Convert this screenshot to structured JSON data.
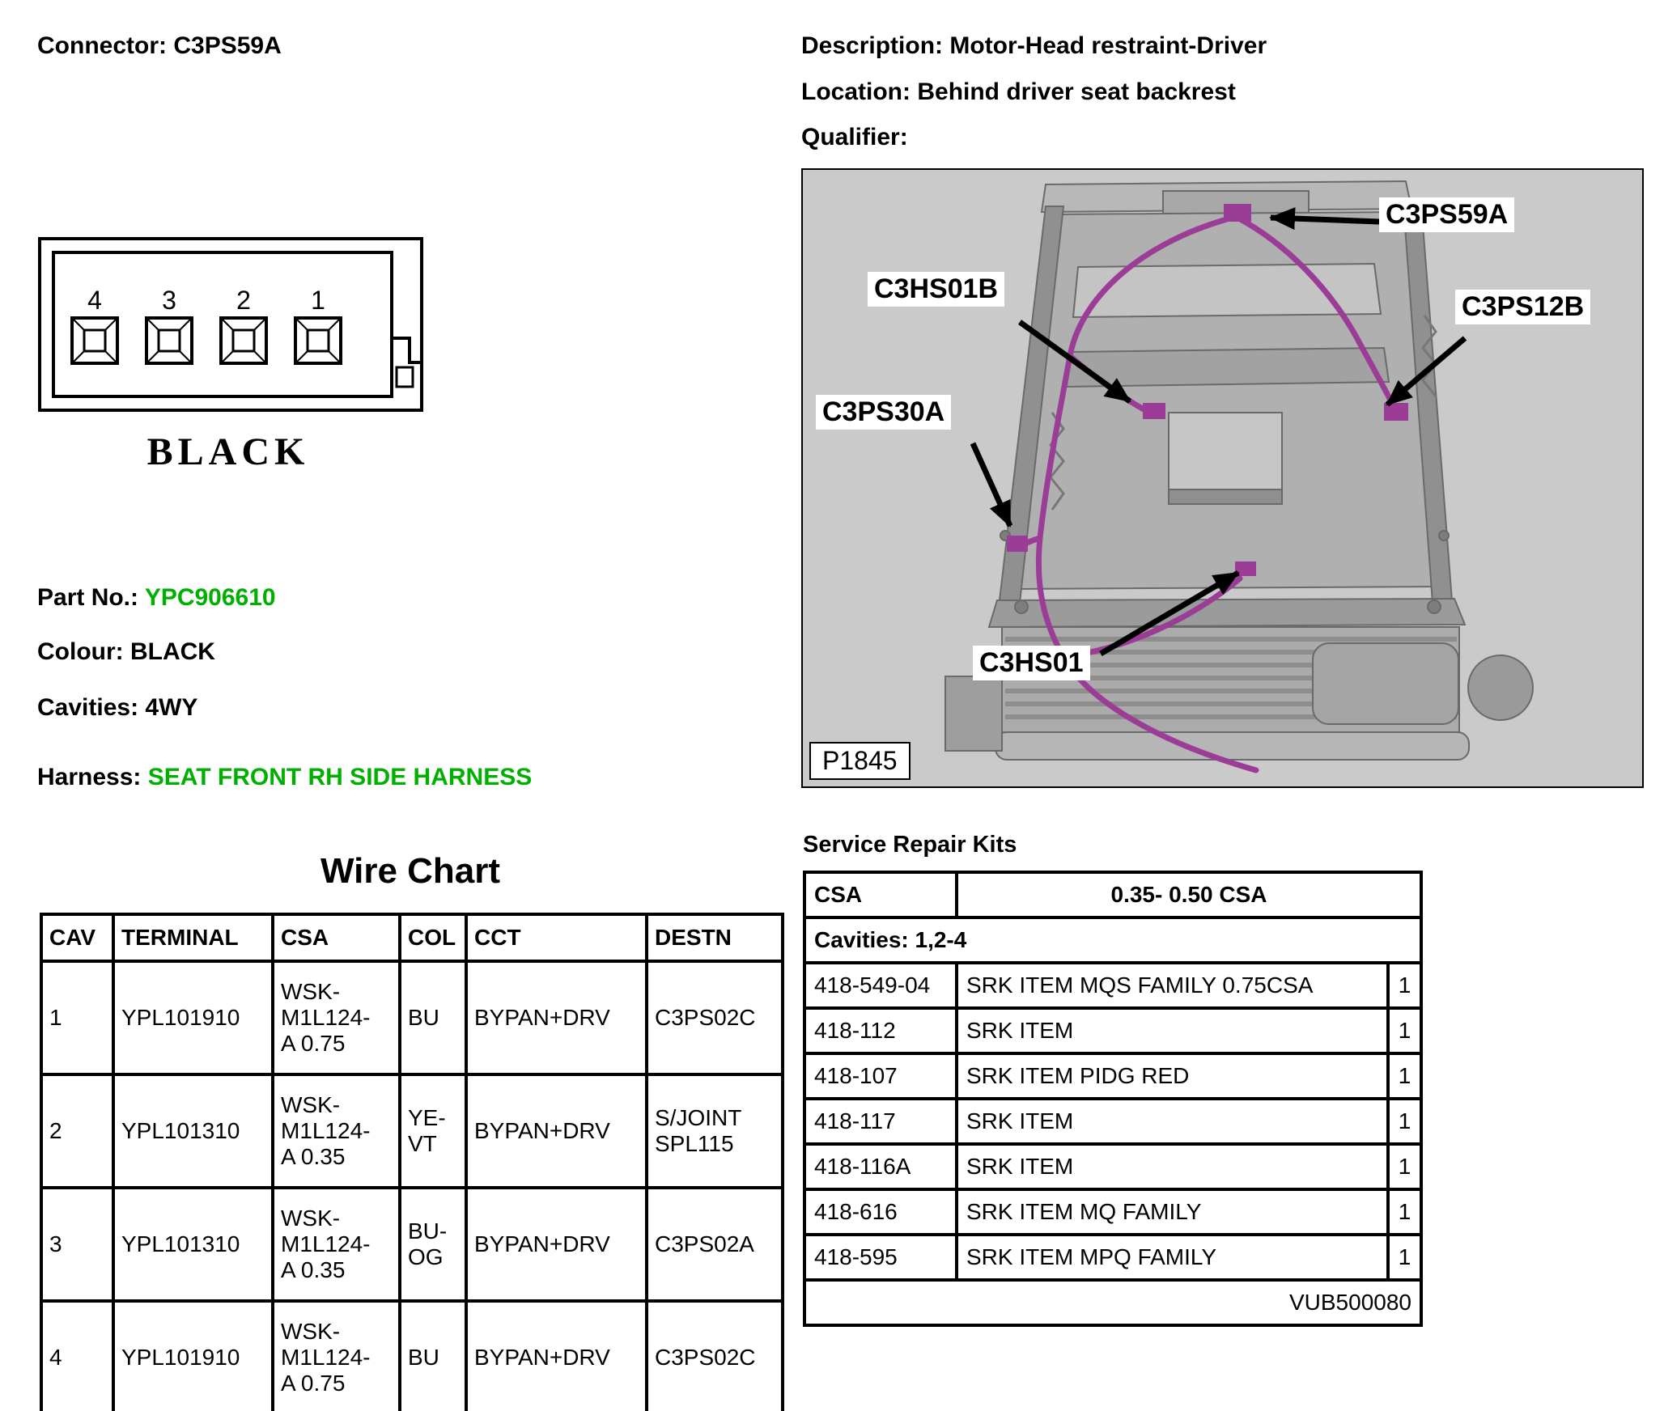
{
  "header": {
    "connector": {
      "label": "Connector:",
      "value": "C3PS59A"
    },
    "description": {
      "label": "Description:",
      "value": "Motor-Head restraint-Driver"
    },
    "location": {
      "label": "Location:",
      "value": "Behind driver seat backrest"
    },
    "qualifier": {
      "label": "Qualifier:",
      "value": ""
    }
  },
  "connector_info": {
    "part_no": {
      "label": "Part No.:",
      "value": "YPC906610"
    },
    "colour": {
      "label": "Colour:",
      "value": "BLACK"
    },
    "cavities": {
      "label": "Cavities:",
      "value": "4WY"
    },
    "harness": {
      "label": "Harness:",
      "value": "SEAT FRONT RH SIDE HARNESS"
    }
  },
  "connector_diagram": {
    "cavity_numbers": [
      "4",
      "3",
      "2",
      "1"
    ],
    "color_label": "BLACK"
  },
  "illustration": {
    "labels": {
      "c3ps59a": "C3PS59A",
      "c3hs01b": "C3HS01B",
      "c3ps12b": "C3PS12B",
      "c3ps30a": "C3PS30A",
      "c3hs01": "C3HS01",
      "figure_id": "P1845"
    }
  },
  "wire_chart": {
    "title": "Wire Chart",
    "headers": [
      "CAV",
      "TERMINAL",
      "CSA",
      "COL",
      "CCT",
      "DESTN"
    ],
    "rows": [
      {
        "cav": "1",
        "terminal": "YPL101910",
        "csa": "WSK-\nM1L124-\nA 0.75",
        "col": "BU",
        "cct": "BYPAN+DRV",
        "destn": "C3PS02C"
      },
      {
        "cav": "2",
        "terminal": "YPL101310",
        "csa": "WSK-\nM1L124-\nA 0.35",
        "col": "YE-\nVT",
        "cct": "BYPAN+DRV",
        "destn": "S/JOINT\nSPL115"
      },
      {
        "cav": "3",
        "terminal": "YPL101310",
        "csa": "WSK-\nM1L124-\nA 0.35",
        "col": "BU-\nOG",
        "cct": "BYPAN+DRV",
        "destn": "C3PS02A"
      },
      {
        "cav": "4",
        "terminal": "YPL101910",
        "csa": "WSK-\nM1L124-\nA 0.75",
        "col": "BU",
        "cct": "BYPAN+DRV",
        "destn": "C3PS02C"
      }
    ]
  },
  "service_repair_kits": {
    "title": "Service Repair Kits",
    "csa_label": "CSA",
    "csa_range": "0.35- 0.50 CSA",
    "cavities_note": "Cavities: 1,2-4",
    "items": [
      {
        "part": "418-549-04",
        "desc": "SRK ITEM MQS FAMILY 0.75CSA",
        "qty": "1"
      },
      {
        "part": "418-112",
        "desc": "SRK ITEM",
        "qty": "1"
      },
      {
        "part": "418-107",
        "desc": "SRK ITEM PIDG RED",
        "qty": "1"
      },
      {
        "part": "418-117",
        "desc": "SRK ITEM",
        "qty": "1"
      },
      {
        "part": "418-116A",
        "desc": "SRK ITEM",
        "qty": "1"
      },
      {
        "part": "418-616",
        "desc": "SRK ITEM MQ FAMILY",
        "qty": "1"
      },
      {
        "part": "418-595",
        "desc": "SRK ITEM MPQ FAMILY",
        "qty": "1"
      }
    ],
    "footer_code": "VUB500080"
  },
  "colors": {
    "accent_green": "#00b000",
    "harness_purple": "#9b3d97",
    "photo_background": "#cacaca"
  }
}
